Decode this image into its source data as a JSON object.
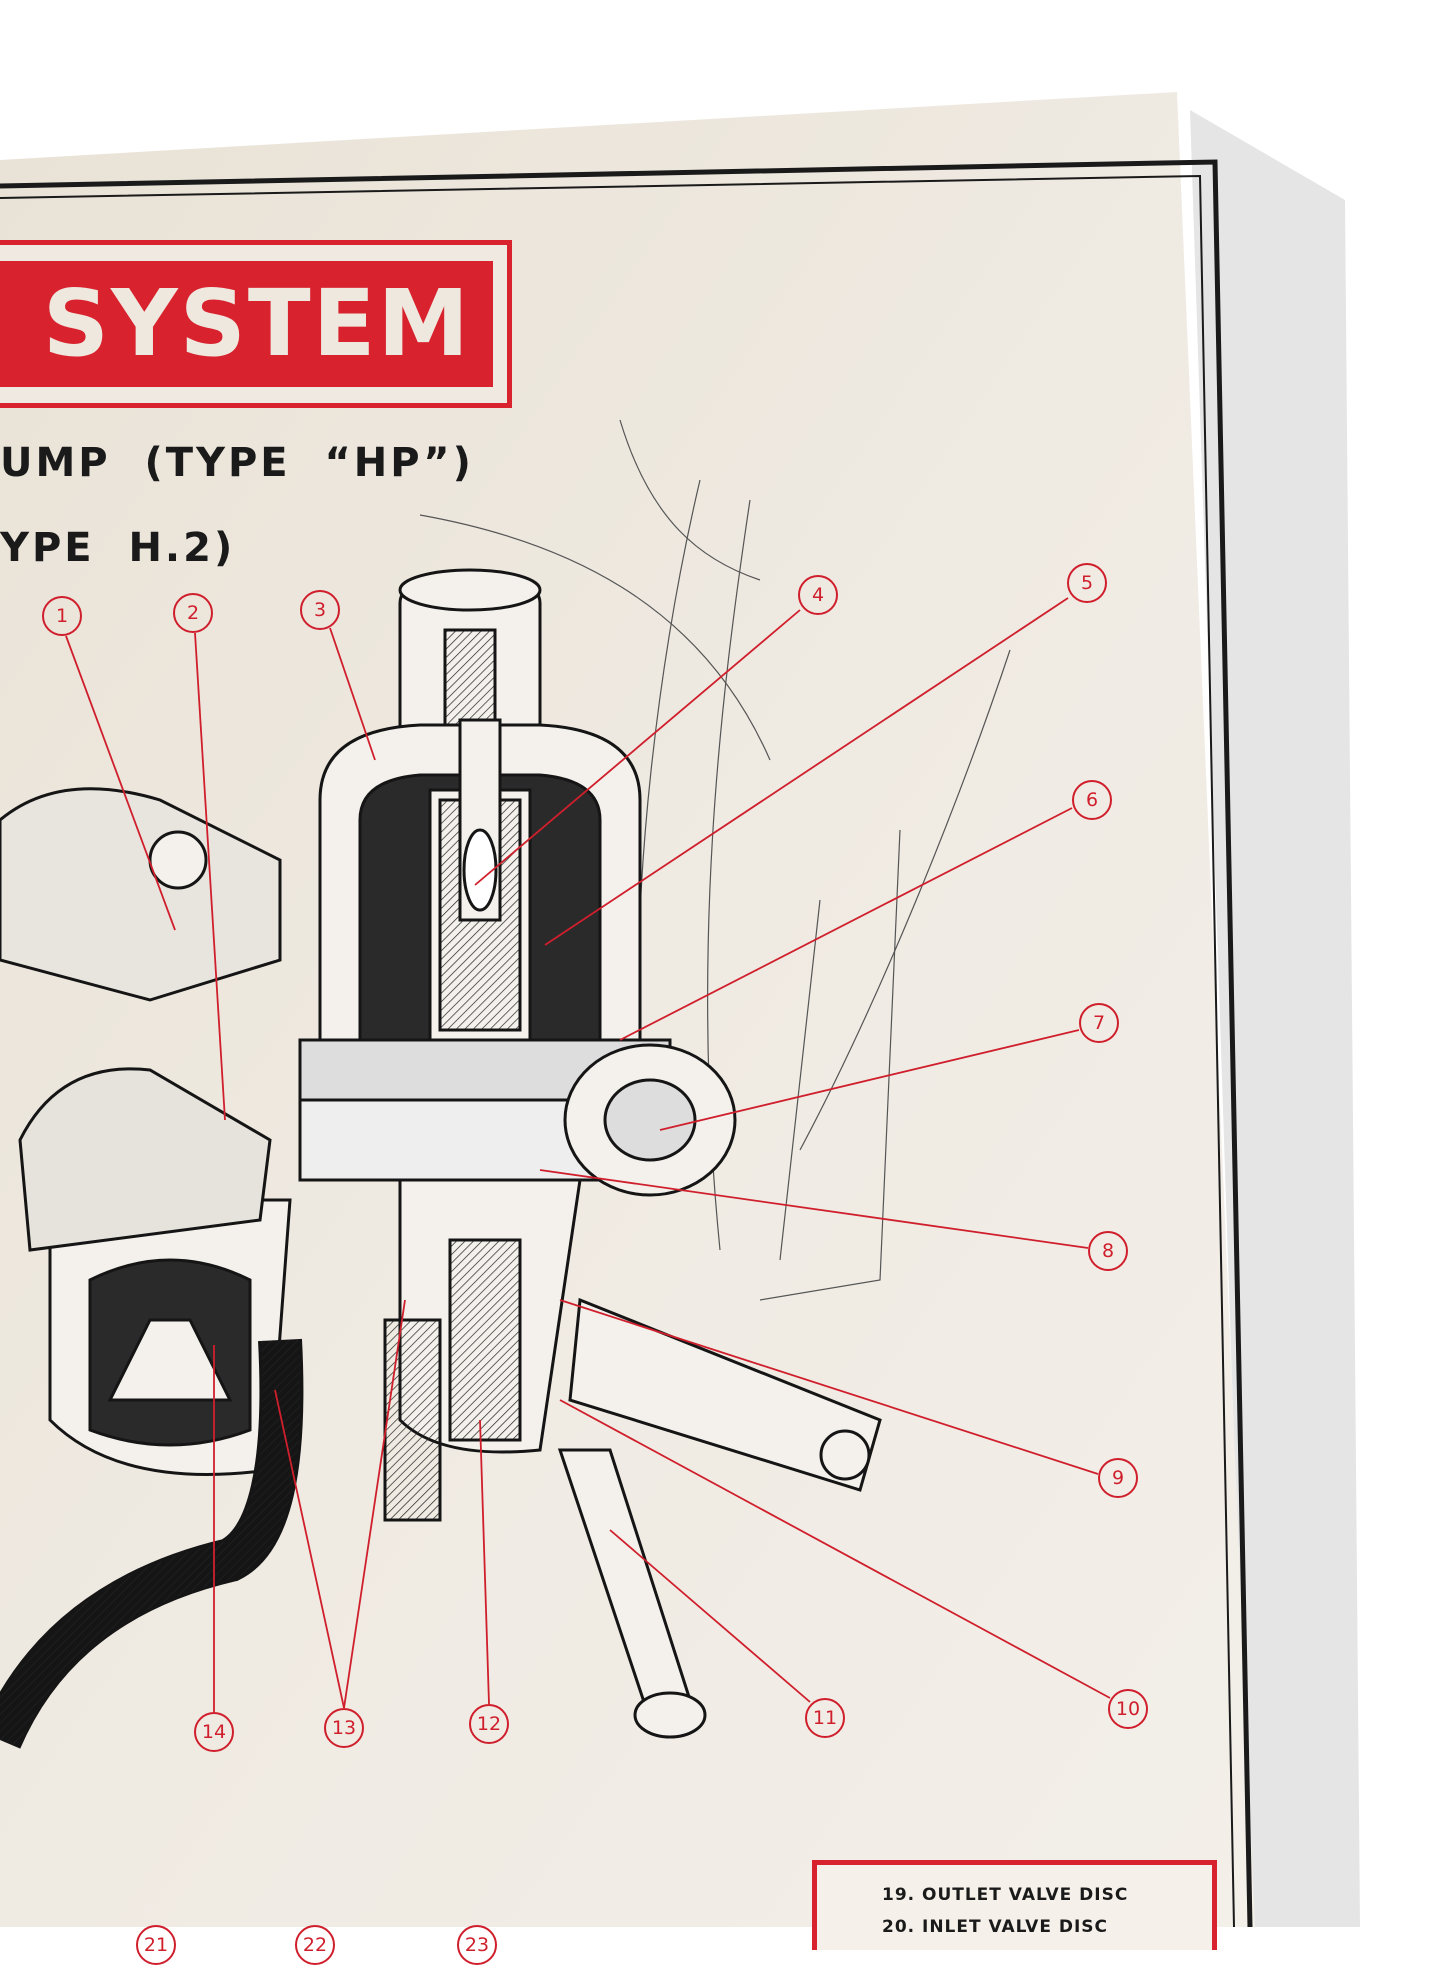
{
  "poster": {
    "title": "SYSTEM",
    "subtitle_line1": "UMP  (TYPE  “HP”)",
    "subtitle_line2": "YPE  H.2)"
  },
  "callouts": [
    "1",
    "2",
    "3",
    "4",
    "5",
    "6",
    "7",
    "8",
    "9",
    "10",
    "11",
    "12",
    "13",
    "14",
    "21",
    "22",
    "23"
  ],
  "legend": {
    "items": [
      {
        "number": "19.",
        "label": "OUTLET VALVE DISC"
      },
      {
        "number": "20.",
        "label": "INLET VALVE DISC"
      }
    ]
  },
  "colors": {
    "accent_red": "#d8232f",
    "paper": "#ede7de",
    "ink": "#1a1a1a"
  }
}
